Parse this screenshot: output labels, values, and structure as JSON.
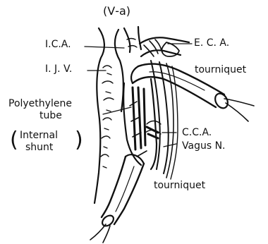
{
  "figure": {
    "title": "(Ⅴ-a)",
    "labels": {
      "ica": "I.C.A.",
      "ijv": "I. J. V.",
      "eca": "E. C. A.",
      "tourniquet_upper": "tourniquet",
      "tube_line1": "Polyethylene",
      "tube_line2": "tube",
      "shunt_line1": "Internal",
      "shunt_line2": "shunt",
      "cca": "C.C.A.",
      "vagus": "Vagus  N.",
      "tourniquet_lower": "tourniquet"
    },
    "shunt_parens": {
      "open": "(",
      "close": ")"
    }
  }
}
